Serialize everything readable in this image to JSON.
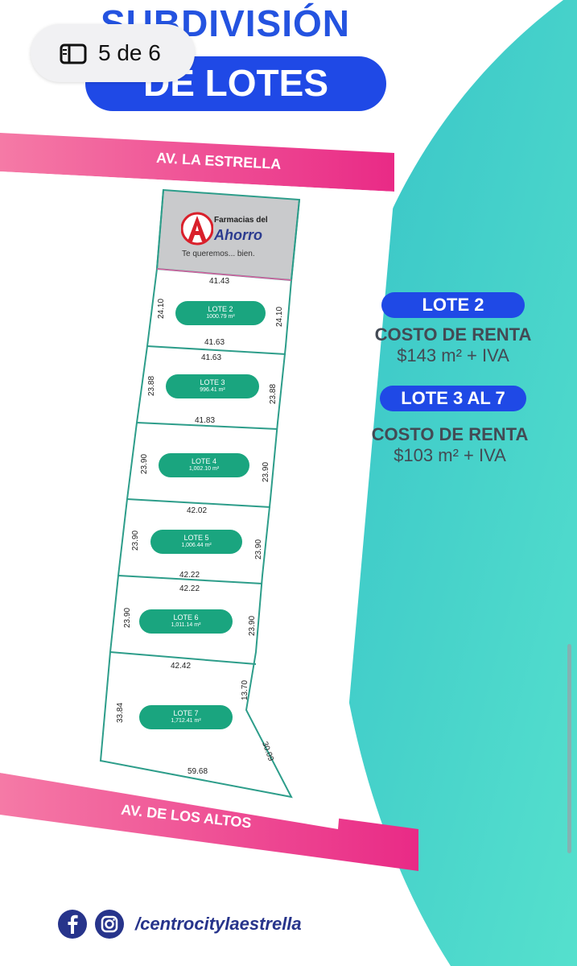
{
  "header": {
    "title_line1": "SUBDIVISIÓN",
    "title_line2": "DE LOTES",
    "pager": "5 de 6"
  },
  "streets": {
    "top": "AV. LA ESTRELLA",
    "bottom": "AV. DE LOS ALTOS"
  },
  "pharmacy": {
    "name_line1": "Farmacias del",
    "name_line2": "Ahorro",
    "slogan": "Te queremos... bien."
  },
  "lots": [
    {
      "label": "LOTE 2",
      "area": "1000.79 m²"
    },
    {
      "label": "LOTE 3",
      "area": "996.41 m²"
    },
    {
      "label": "LOTE 4",
      "area": "1,002.10 m²"
    },
    {
      "label": "LOTE 5",
      "area": "1,006.44 m²"
    },
    {
      "label": "LOTE 6",
      "area": "1,011.14 m²"
    },
    {
      "label": "LOTE 7",
      "area": "1,712.41 m²"
    }
  ],
  "dimensions": {
    "widths": [
      "41.43",
      "41.63",
      "41.63",
      "41.83",
      "42.02",
      "42.22",
      "42.22",
      "42.42",
      "59.68"
    ],
    "left_sides": [
      "24.10",
      "23.88",
      "23.90",
      "23.90",
      "23.90",
      "33.84"
    ],
    "right_sides": [
      "24.10",
      "23.88",
      "23.90",
      "23.90",
      "23.90",
      "13.70",
      "30.09"
    ]
  },
  "pricing": [
    {
      "pill": "LOTE 2",
      "title": "COSTO DE RENTA",
      "price": "$143 m² + IVA"
    },
    {
      "pill": "LOTE 3 AL 7",
      "title": "COSTO DE RENTA",
      "price": "$103 m² + IVA"
    }
  ],
  "footer": {
    "handle": "/centrocitylaestrella"
  },
  "colors": {
    "brand_blue": "#1f49e6",
    "teal": "#43d3cc",
    "pink": "#ef3f8e",
    "lot_green": "#1aa57f",
    "plot_outline": "#2d9d8a"
  }
}
